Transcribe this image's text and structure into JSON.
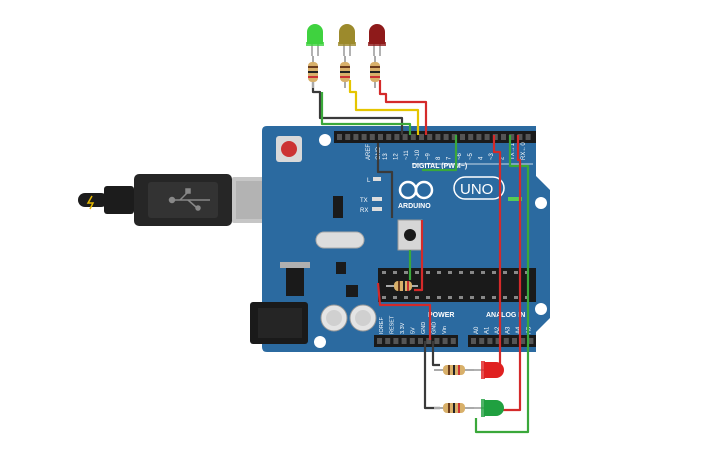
{
  "board": {
    "model_label": "UNO",
    "brand_label": "ARDUINO",
    "digital_label": "DIGITAL (PWM~)",
    "power_label": "POWER",
    "analog_label": "ANALOG IN",
    "aref_label": "AREF",
    "gnd_label": "GND",
    "l_label": "L",
    "tx_label": "TX",
    "rx_label": "RX",
    "digital_pins": [
      "13",
      "12",
      "~11",
      "~10",
      "~9",
      "8",
      "7",
      "~6",
      "~5",
      "4",
      "~3",
      "2",
      "TX→1",
      "RX←0"
    ],
    "power_pins": [
      "IOREF",
      "RESET",
      "3.3V",
      "5V",
      "GND",
      "GND",
      "Vin"
    ],
    "analog_pins": [
      "A0",
      "A1",
      "A2",
      "A3",
      "A4",
      "A5"
    ]
  },
  "leds_top": [
    {
      "name": "green-led",
      "color": "#3fd23f"
    },
    {
      "name": "yellow-led",
      "color": "#9c8a2c"
    },
    {
      "name": "red-led",
      "color": "#8e1a1a"
    }
  ],
  "leds_bottom": [
    {
      "name": "red-led",
      "color": "#e02020"
    },
    {
      "name": "green-led",
      "color": "#20a040"
    }
  ],
  "colors": {
    "board": "#2b6aa0",
    "board_dark": "#1f4f7a",
    "wire_black": "#3a3a3a",
    "wire_red": "#d42a2a",
    "wire_yellow": "#e5c500",
    "wire_green": "#3aa83a",
    "usb": "#1c1c1c"
  }
}
